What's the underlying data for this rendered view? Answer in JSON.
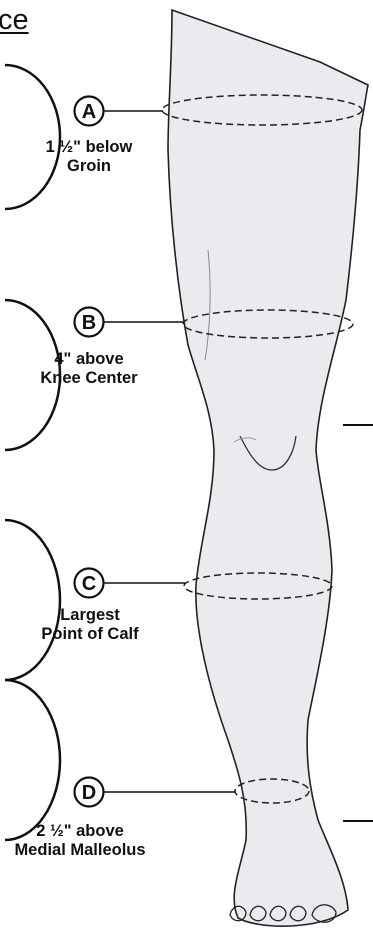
{
  "title_fragment": "ce",
  "points": [
    {
      "letter": "A",
      "line1": "1 ½\" below",
      "line2": "Groin"
    },
    {
      "letter": "B",
      "line1": "4\" above",
      "line2": "Knee Center"
    },
    {
      "letter": "C",
      "line1": "Largest",
      "line2": "Point of Calf"
    },
    {
      "letter": "D",
      "line1": "2 ½\" above",
      "line2": "Medial Malleolus"
    }
  ]
}
